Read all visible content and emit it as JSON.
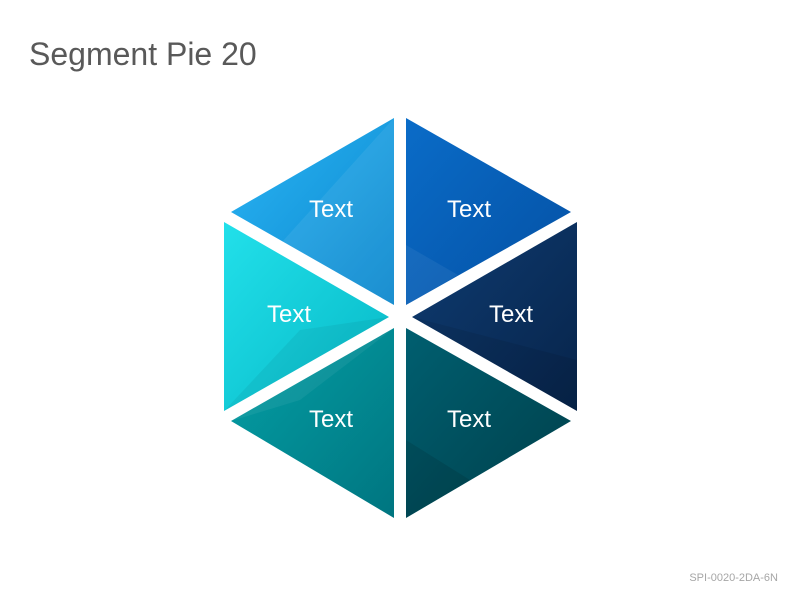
{
  "title": "Segment Pie 20",
  "footer_code": "SPI-0020-2DA-6N",
  "segments": [
    {
      "label": "Text",
      "color": "#0ea5ec",
      "shade": "#0b8fd0"
    },
    {
      "label": "Text",
      "color": "#0563bf",
      "shade": "#0454a8"
    },
    {
      "label": "Text",
      "color": "#0b3566",
      "shade": "#0a2850"
    },
    {
      "label": "Text",
      "color": "#005665",
      "shade": "#00434f"
    },
    {
      "label": "Text",
      "color": "#009098",
      "shade": "#007c85"
    },
    {
      "label": "Text",
      "color": "#0bd7e2",
      "shade": "#09bfcc"
    }
  ]
}
